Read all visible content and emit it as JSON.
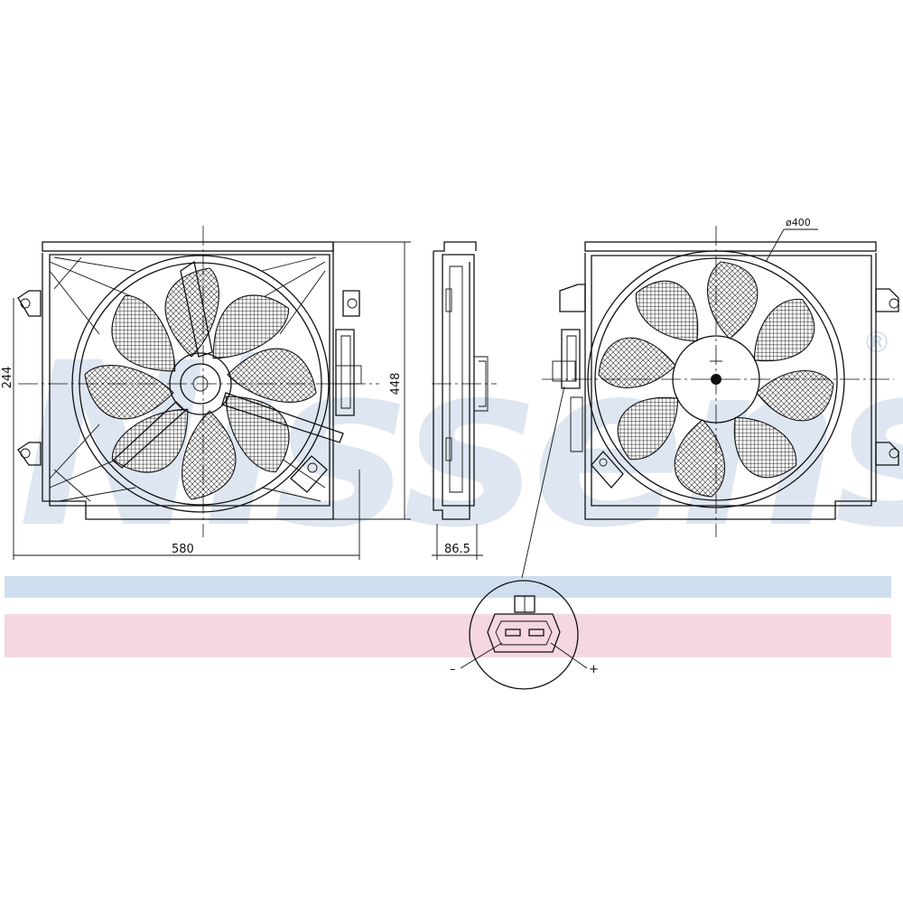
{
  "watermark": {
    "brand": "Nissens",
    "registered_mark": "®"
  },
  "colors": {
    "band_blue": "#cfdeee",
    "band_pink": "#f5d7df",
    "watermark": "#dde6f1",
    "line": "#111111"
  },
  "dimensions": {
    "width": "580",
    "height": "448",
    "mount_offset": "244",
    "depth": "86.5",
    "fan_diameter": "ø400"
  },
  "connector": {
    "minus_label": "–",
    "plus_label": "+"
  }
}
